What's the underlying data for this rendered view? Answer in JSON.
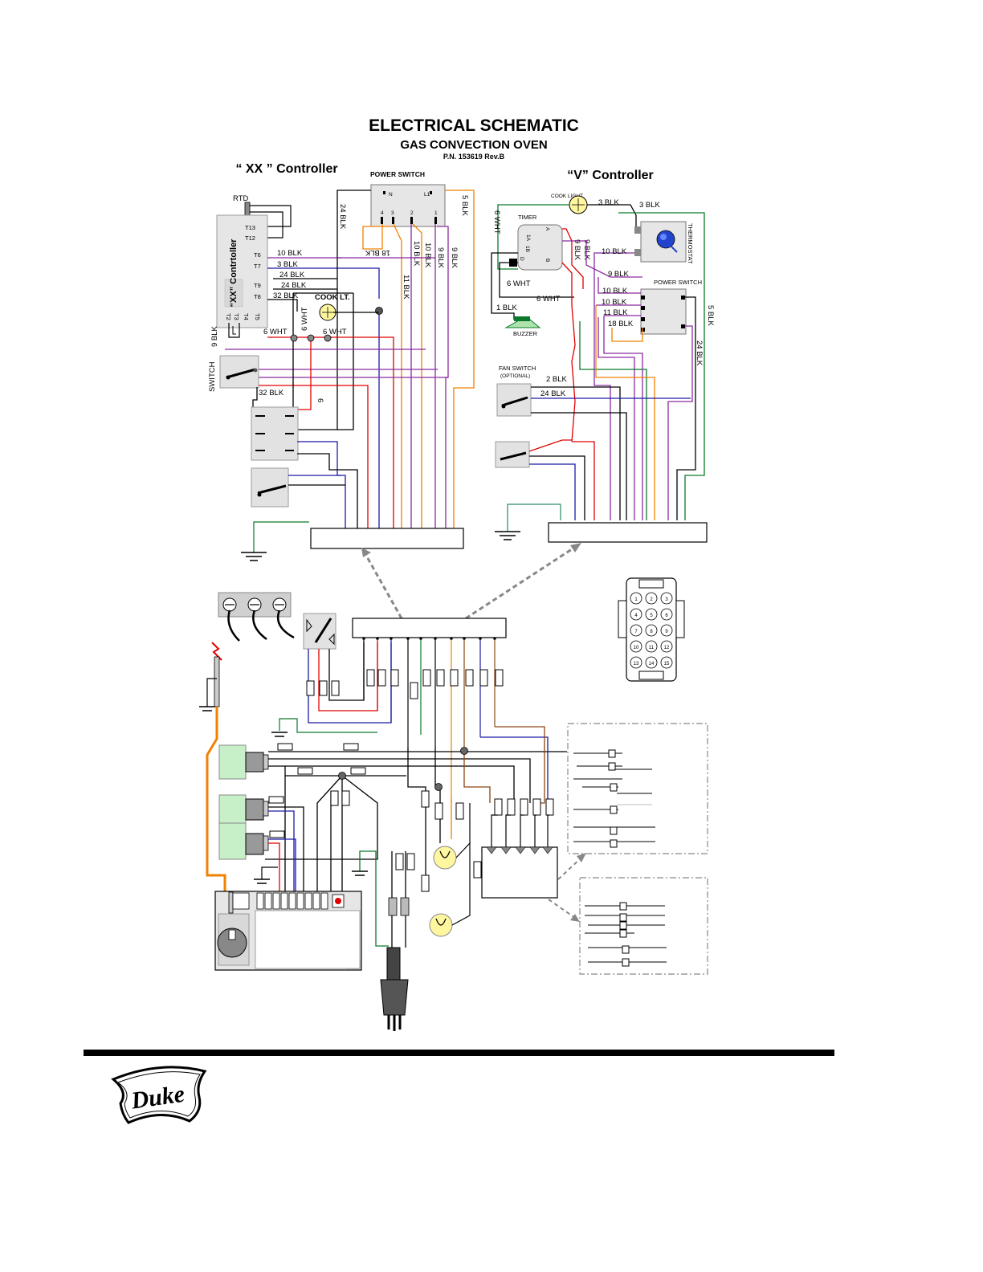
{
  "header": {
    "title": "ELECTRICAL SCHEMATIC",
    "subtitle": "GAS CONVECTION OVEN",
    "part_number": "P.N. 153619 Rev.B"
  },
  "xx_controller": {
    "heading": "“ XX ” Controller",
    "board_label": "“XX” Contrtoller",
    "rtd": "RTD",
    "terminals": [
      "T13",
      "T12",
      "T6",
      "T7",
      "T9",
      "T8",
      "T2",
      "T3",
      "T4",
      "T5"
    ],
    "wires": [
      "10 BLK",
      "3 BLK",
      "24 BLK",
      "24 BLK",
      "32 BLK",
      "6 WHT",
      "6 WHT",
      "9 BLK",
      "32 BLK",
      "6 WHT",
      "6",
      "24 BLK",
      "18 BLK",
      "10 BLK",
      "10 BLK",
      "9 BLK",
      "9 BLK",
      "11 BLK",
      "5 BLK"
    ],
    "cook_light": "COOK LT.",
    "switch": "SWITCH"
  },
  "power_switch_left": {
    "label": "POWER SWITCH",
    "terminals": [
      "N",
      "L1",
      "4",
      "3",
      "2",
      "1"
    ]
  },
  "v_controller": {
    "heading": "“V” Controller",
    "cook_light": "COOK LIGHT",
    "timer": "TIMER",
    "thermostat": "THERMOSTAT",
    "power_switch": "POWER SWITCH",
    "buzzer": "BUZZER",
    "fan_switch": "FAN SWITCH",
    "fan_switch_note": "(OPTIONAL)",
    "wires": [
      "3 BLK",
      "3 BLK",
      "6 WHT",
      "9 BLK",
      "9 BLK",
      "10 BLK",
      "9 BLK",
      "6 WHT",
      "6 WHT",
      "1 BLK",
      "10 BLK",
      "10 BLK",
      "11 BLK",
      "18 BLK",
      "5 BLK",
      "24 BLK",
      "2 BLK",
      "24 BLK"
    ]
  },
  "connector_pins": [
    "1",
    "2",
    "3",
    "4",
    "5",
    "6",
    "7",
    "8",
    "9",
    "10",
    "11",
    "12",
    "13",
    "14",
    "15"
  ],
  "brand": "Duke",
  "colors": {
    "black": "#000000",
    "red": "#e00000",
    "blue": "#1a1aa8",
    "orange": "#f08000",
    "purple": "#8a2aa0",
    "green": "#0a7a2a",
    "brown": "#8b4513",
    "teal": "#2a8a6a",
    "light_green": "#c8f0c8"
  }
}
